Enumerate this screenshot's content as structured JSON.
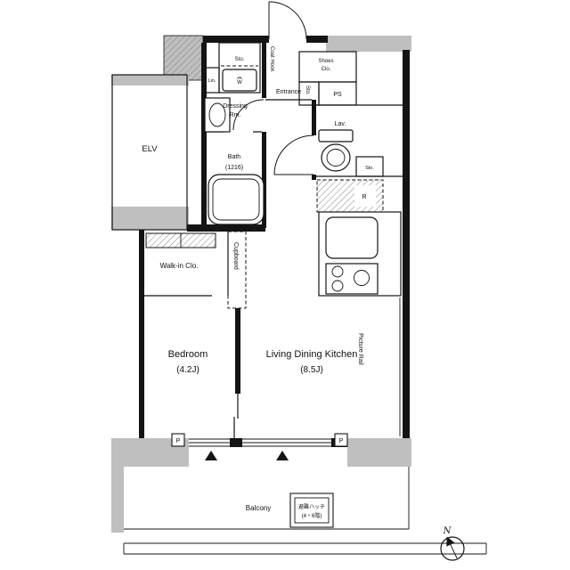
{
  "title": "Apartment floor plan",
  "colors": {
    "wall": "#141414",
    "concrete": "#bfbfbf",
    "background": "#ffffff"
  },
  "rooms": {
    "elv": "ELV",
    "entrance": "Entrance",
    "shoes_closet_line1": "Shoes",
    "shoes_closet_line2": "Clo.",
    "pipe_space": "PS",
    "storage_entry": "Sto.",
    "storage_top": "Sto.",
    "washer": "W",
    "linen": "Lin.",
    "coat_hook": "Coat Hook",
    "dressing_line1": "Dressing",
    "dressing_line2": "Rm.",
    "lavatory": "Lav.",
    "storage_lav": "Sto.",
    "bath_line1": "Bath",
    "bath_line2": "(1216)",
    "refrigerator": "R",
    "walk_in_closet": "Walk-in Clo.",
    "cupboard": "Cupboard",
    "bedroom_name": "Bedroom",
    "bedroom_size": "(4.2J)",
    "ldk_name": "Living Dining Kitchen",
    "ldk_size": "(8.5J)",
    "picture_rail": "Picture Rail",
    "pillar_left": "P",
    "pillar_right": "P",
    "balcony": "Balcony",
    "escape_hatch_line1": "避難ハッチ",
    "escape_hatch_line2": "(4・6階)",
    "compass_north": "N"
  }
}
